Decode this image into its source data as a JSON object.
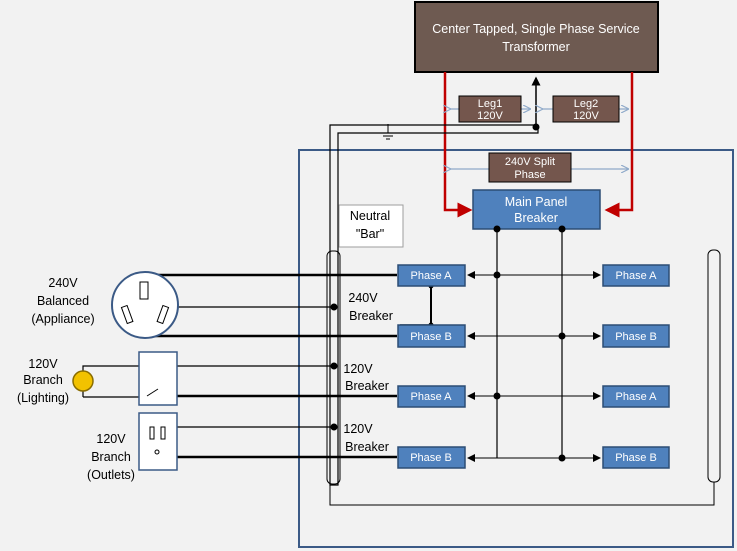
{
  "transformer": {
    "line1": "Center Tapped, Single Phase Service",
    "line2": "Transformer"
  },
  "leg1": {
    "line1": "Leg1",
    "line2": "120V"
  },
  "leg2": {
    "line1": "Leg2",
    "line2": "120V"
  },
  "split_phase": {
    "line1": "240V Split",
    "line2": "Phase"
  },
  "main_breaker": {
    "line1": "Main Panel",
    "line2": "Breaker"
  },
  "neutral_bar": {
    "line1": "Neutral",
    "line2": "\"Bar\""
  },
  "appliance": {
    "line1": "240V",
    "line2": "Balanced",
    "line3": "(Appliance)"
  },
  "lighting": {
    "line1": "120V",
    "line2": "Branch",
    "line3": "(Lighting)"
  },
  "outlets": {
    "line1": "120V",
    "line2": "Branch",
    "line3": "(Outlets)"
  },
  "breaker_240": {
    "line1": "240V",
    "line2": "Breaker"
  },
  "breaker_120_a": {
    "line1": "120V",
    "line2": "Breaker"
  },
  "breaker_120_b": {
    "line1": "120V",
    "line2": "Breaker"
  },
  "phases": {
    "left": [
      "Phase A",
      "Phase B",
      "Phase A",
      "Phase B"
    ],
    "right": [
      "Phase A",
      "Phase B",
      "Phase A",
      "Phase B"
    ]
  },
  "colors": {
    "background": "#f2f2f2",
    "transformer": "#6e5a51",
    "leg_box": "#74564d",
    "panel_border": "#3b5a86",
    "blue_box": "#4f81bd",
    "blue_box_border": "#2c4d75",
    "red_feed": "#c00000",
    "arrow_blue": "#8ea9c9",
    "lamp": "#f2c200"
  }
}
